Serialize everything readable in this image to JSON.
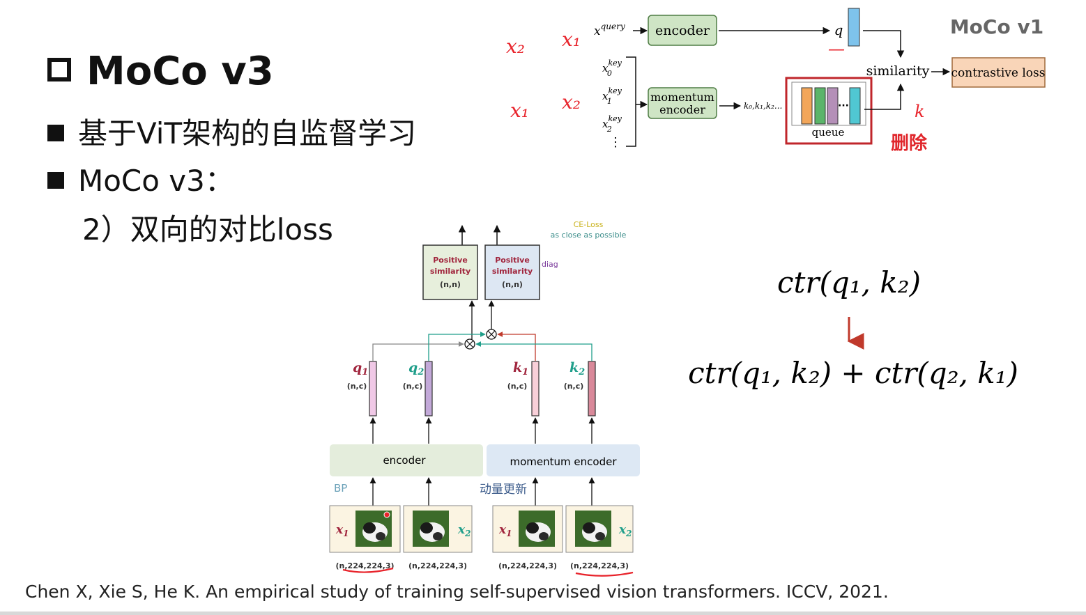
{
  "slide": {
    "title": "MoCo v3",
    "bullets": [
      "基于ViT架构的自监督学习",
      "MoCo v3："
    ],
    "sub_bullet": "2）双向的对比loss",
    "citation": "Chen X, Xie S, He K. An empirical study of training self-supervised vision transformers. ICCV, 2021."
  },
  "moco_v1": {
    "label": "MoCo v1",
    "x_query": "x",
    "x_query_sup": "query",
    "encoder": "encoder",
    "q": "q",
    "similarity": "similarity",
    "contrastive_loss": "contrastive loss",
    "momentum_encoder_l1": "momentum",
    "momentum_encoder_l2": "encoder",
    "keys": [
      "x",
      "x",
      "x"
    ],
    "key_sup": "key",
    "key_subs": [
      "0",
      "1",
      "2"
    ],
    "key_dots": "⋮",
    "k_list": "k₀,k₁,k₂...",
    "queue": "queue",
    "queue_colors": [
      "#f2a65a",
      "#5bb56a",
      "#b48fb8",
      "#50c7d2"
    ],
    "delete_note": "删除",
    "handwritten": [
      "x₂",
      "x₁",
      "x₁",
      "x₂",
      "k",
      "—"
    ]
  },
  "v3_diagram": {
    "ce_loss": "CE-Loss",
    "ce_note": "as close as possible",
    "pos_sim_label_1": "Positive",
    "pos_sim_label_2": "similarity",
    "pos_sim_shape": "(n,n)",
    "diag": "diag",
    "vectors": [
      {
        "name": "q",
        "sub": "1",
        "shape": "(n,c)",
        "color": "#f0c8e6"
      },
      {
        "name": "q",
        "sub": "2",
        "shape": "(n,c)",
        "color": "#c3a9d9"
      },
      {
        "name": "k",
        "sub": "1",
        "shape": "(n,c)",
        "color": "#f8cfd8"
      },
      {
        "name": "k",
        "sub": "2",
        "shape": "(n,c)",
        "color": "#d9899a"
      }
    ],
    "encoder": "encoder",
    "momentum_encoder": "momentum encoder",
    "bp": "BP",
    "momentum_update": "动量更新",
    "inputs": [
      {
        "name": "x",
        "sub": "1",
        "shape": "(n,224,224,3)"
      },
      {
        "name": "x",
        "sub": "2",
        "shape": "(n,224,224,3)"
      },
      {
        "name": "x",
        "sub": "1",
        "shape": "(n,224,224,3)"
      },
      {
        "name": "x",
        "sub": "2",
        "shape": "(n,224,224,3)"
      }
    ]
  },
  "formulas": {
    "f1": "ctr(q₁, k₂)",
    "f2": "ctr(q₁, k₂) + ctr(q₂, k₁)"
  }
}
